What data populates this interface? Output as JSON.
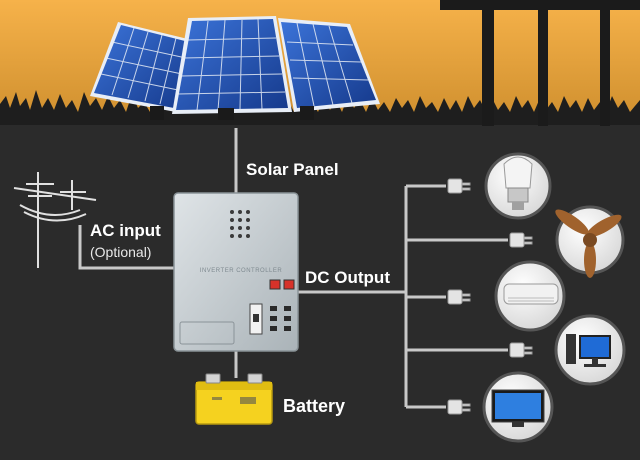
{
  "labels": {
    "solar_panel": "Solar Panel",
    "ac_input": "AC input",
    "ac_optional": "(Optional)",
    "dc_output": "DC Output",
    "battery": "Battery"
  },
  "brand_text": "INVERTER CONTROLLER",
  "icons": {
    "solar_panels": "solar-panel-icon",
    "power_pole": "power-pole-icon",
    "controller": "solar-controller-icon",
    "battery": "battery-icon",
    "loads": [
      "light-bulb-icon",
      "ceiling-fan-icon",
      "air-conditioner-icon",
      "desktop-computer-icon",
      "television-icon"
    ]
  },
  "colors": {
    "sky_top": "#f3a93e",
    "sky_bottom": "#c9882f",
    "ground": "#2b2b2b",
    "panel_blue": "#1f4fb4",
    "wire": "#c8c8c8",
    "battery_yellow": "#f5d21f",
    "controller_grey": "#c9d0d4",
    "switch_red": "#d6322a"
  }
}
